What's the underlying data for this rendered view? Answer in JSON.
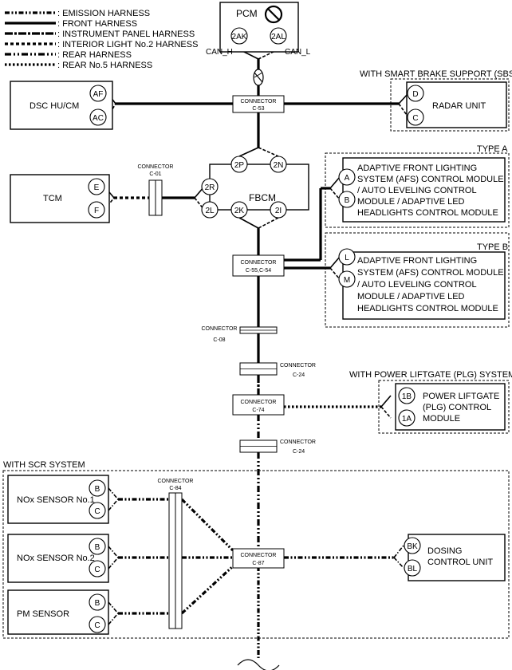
{
  "legend": [
    {
      "key": "emission",
      "label": ": EMISSION HARNESS"
    },
    {
      "key": "front",
      "label": ": FRONT HARNESS"
    },
    {
      "key": "instrument",
      "label": ": INSTRUMENT PANEL HARNESS"
    },
    {
      "key": "interior",
      "label": ": INTERIOR LIGHT No.2 HARNESS"
    },
    {
      "key": "rear",
      "label": ": REAR HARNESS"
    },
    {
      "key": "rear5",
      "label": ": REAR No.5 HARNESS"
    }
  ],
  "pcm": {
    "label": "PCM",
    "pin_h": "2AK",
    "pin_l": "2AL",
    "can_h": "CAN_H",
    "can_l": "CAN_L"
  },
  "dsc": {
    "label": "DSC HU/CM",
    "pin_a": "AF",
    "pin_b": "AC"
  },
  "sbs": {
    "group": "WITH SMART BRAKE SUPPORT (SBS)",
    "label": "RADAR UNIT",
    "pin_a": "D",
    "pin_b": "C"
  },
  "conn_c53": {
    "title": "CONNECTOR",
    "id": "C-53"
  },
  "fbcm": {
    "label": "FBCM",
    "pin_2p": "2P",
    "pin_2n": "2N",
    "pin_2r": "2R",
    "pin_2l": "2L",
    "pin_2k": "2K",
    "pin_2i": "2I"
  },
  "tcm": {
    "label": "TCM",
    "pin_e": "E",
    "pin_f": "F"
  },
  "conn_c01": {
    "title": "CONNECTOR",
    "id": "C-01"
  },
  "type_a": {
    "group": "TYPE A",
    "lines": [
      "ADAPTIVE FRONT LIGHTING",
      "SYSTEM (AFS) CONTROL MODULE",
      "/ AUTO LEVELING CONTROL",
      "MODULE / ADAPTIVE LED",
      "HEADLIGHTS CONTROL MODULE"
    ],
    "pin_a": "A",
    "pin_b": "B"
  },
  "type_b": {
    "group": "TYPE B",
    "lines": [
      "ADAPTIVE FRONT LIGHTING",
      "SYSTEM (AFS) CONTROL MODULE",
      "/ AUTO LEVELING CONTROL",
      "MODULE / ADAPTIVE LED",
      "HEADLIGHTS CONTROL MODULE"
    ],
    "pin_a": "L",
    "pin_b": "M"
  },
  "conn_c55": {
    "title": "CONNECTOR",
    "id": "C-55,C-54"
  },
  "conn_c08": {
    "title": "CONNECTOR",
    "id": "C-08"
  },
  "conn_c24a": {
    "title": "CONNECTOR",
    "id": "C-24"
  },
  "plg": {
    "group": "WITH POWER LIFTGATE (PLG) SYSTEM",
    "lines": [
      "POWER LIFTGATE",
      "(PLG) CONTROL",
      "MODULE"
    ],
    "pin_a": "1B",
    "pin_b": "1A"
  },
  "conn_c74": {
    "title": "CONNECTOR",
    "id": "C-74"
  },
  "conn_c24b": {
    "title": "CONNECTOR",
    "id": "C-24"
  },
  "scr": {
    "group": "WITH SCR SYSTEM"
  },
  "nox1": {
    "label": "NOx SENSOR No.1",
    "pin_a": "B",
    "pin_b": "C"
  },
  "nox2": {
    "label": "NOx SENSOR No.2",
    "pin_a": "B",
    "pin_b": "C"
  },
  "pm": {
    "label": "PM SENSOR",
    "pin_a": "B",
    "pin_b": "C"
  },
  "conn_c84": {
    "title": "CONNECTOR",
    "id": "C-84"
  },
  "conn_c87": {
    "title": "CONNECTOR",
    "id": "C-87"
  },
  "dosing": {
    "lines": [
      "DOSING",
      "CONTROL UNIT"
    ],
    "pin_a": "BK",
    "pin_b": "BL"
  }
}
